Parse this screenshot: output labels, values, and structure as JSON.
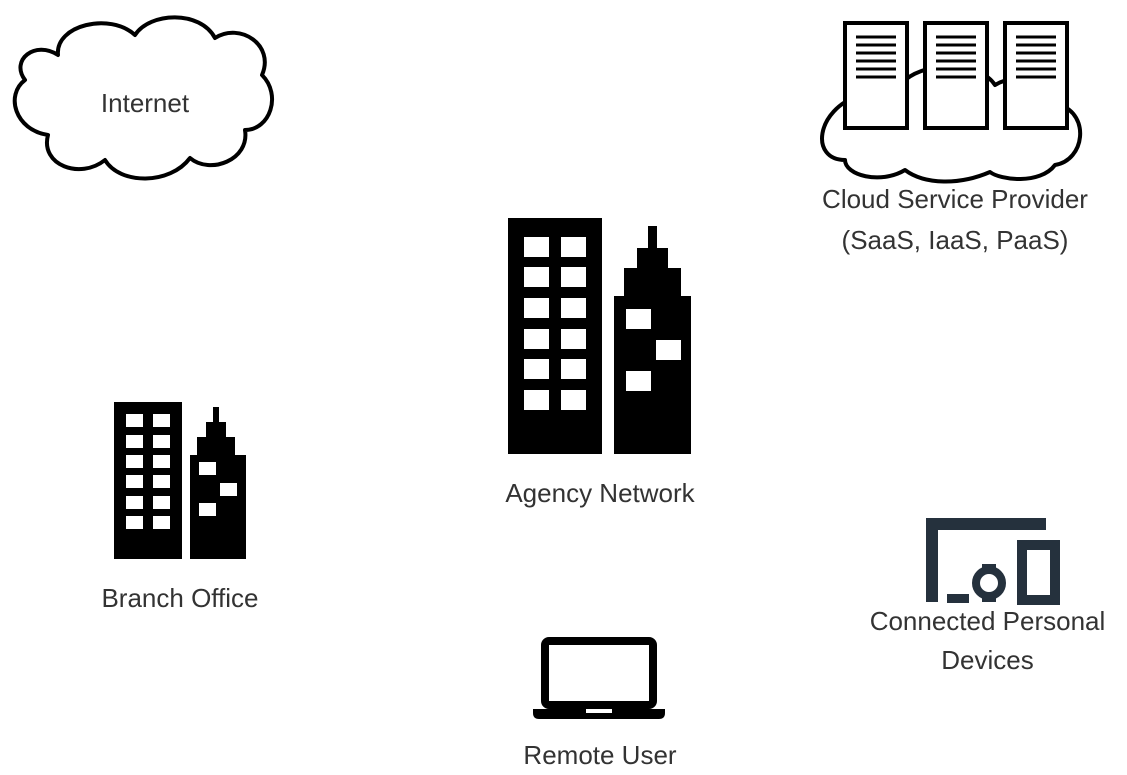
{
  "nodes": {
    "internet": {
      "label": "Internet"
    },
    "cloud_provider": {
      "line1": "Cloud Service Provider",
      "line2": "(SaaS, IaaS, PaaS)"
    },
    "agency_network": {
      "label": "Agency Network"
    },
    "branch_office": {
      "label": "Branch Office"
    },
    "personal_devices": {
      "line1": "Connected Personal",
      "line2": "Devices"
    },
    "remote_user": {
      "label": "Remote User"
    }
  },
  "colors": {
    "icon": "#000000",
    "device_icon": "#25313d",
    "text": "#333333"
  }
}
